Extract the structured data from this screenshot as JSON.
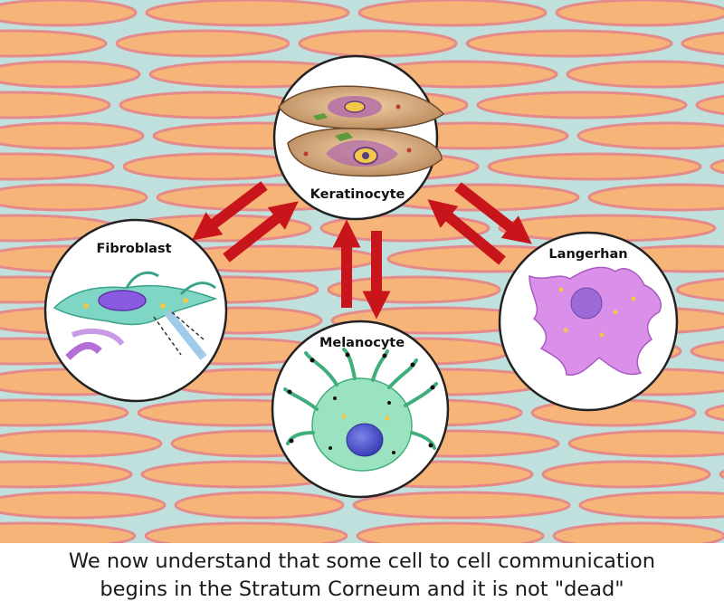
{
  "cells": {
    "keratinocyte": "Keratinocyte",
    "fibroblast": "Fibroblast",
    "melanocyte": "Melanocyte",
    "langerhan": "Langerhan"
  },
  "caption": {
    "line1": "We now understand that some cell to cell communication",
    "line2": "begins in the Stratum Corneum and it is not \"dead\""
  },
  "colors": {
    "tissue_cell": "#f6b478",
    "tissue_border": "#e58a8a",
    "tissue_gap": "#bfe0dc",
    "arrow": "#c8151b",
    "melanocyte": "#9be3c0",
    "langerhan": "#d98ae8",
    "nucleus_blue": "#4b50c8"
  }
}
